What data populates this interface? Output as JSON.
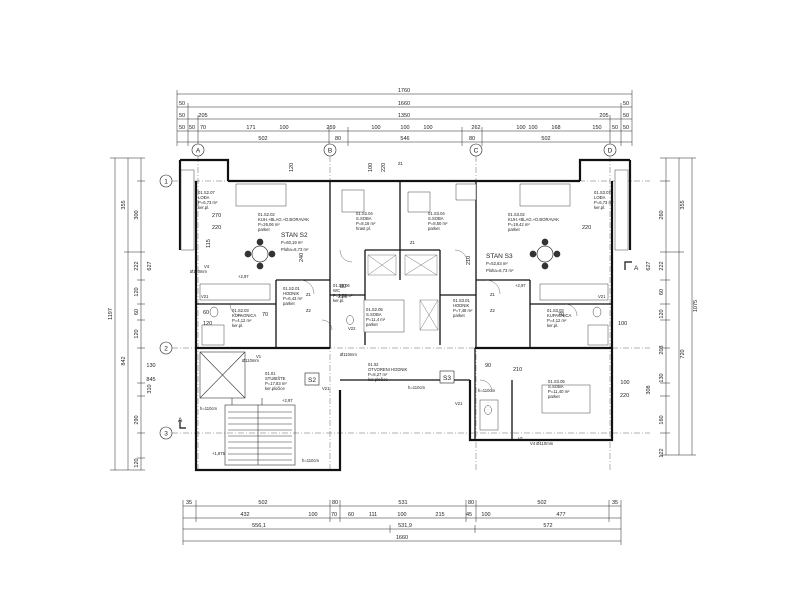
{
  "dims_top": {
    "row1": [
      "1760"
    ],
    "row2": [
      "50",
      "1660",
      "50"
    ],
    "row3": [
      "50",
      "205",
      "1350",
      "205",
      "50"
    ],
    "row4": [
      "50",
      "50",
      "70",
      "171",
      "100",
      "259",
      "100",
      "100",
      "100",
      "262",
      "100",
      "100",
      "168",
      "150",
      "50",
      "50"
    ],
    "row5": [
      "502",
      "80",
      "546",
      "80",
      "502"
    ]
  },
  "dims_bottom": {
    "row1": [
      "35",
      "502",
      "80",
      "531",
      "80",
      "502",
      "35"
    ],
    "row2": [
      "432",
      "100",
      "70",
      "60",
      "111",
      "100",
      "215",
      "45",
      "100",
      "477"
    ],
    "row3": [
      "556,1",
      "531,9",
      "572"
    ],
    "row4": [
      "1660"
    ]
  },
  "dims_left": {
    "outer": [
      "1197"
    ],
    "mid": [
      "355",
      "842"
    ],
    "inner": [
      "300",
      "627",
      "222",
      "120",
      "60",
      "120",
      "310",
      "130",
      "845",
      "290",
      "120"
    ]
  },
  "dims_right": {
    "outer": [
      "1075"
    ],
    "mid": [
      "355",
      "720"
    ],
    "inner": [
      "260",
      "627",
      "222",
      "60",
      "120",
      "203",
      "308",
      "130",
      "100",
      "160",
      "122"
    ]
  },
  "axes": [
    "A",
    "B",
    "C",
    "D",
    "1",
    "2",
    "3"
  ],
  "section_marks": [
    "A",
    "A"
  ],
  "apartments": [
    {
      "name": "STAN S2",
      "area": "P=60,19 m²",
      "loggia": "Ploha=6,73 m²"
    },
    {
      "name": "STAN S3",
      "area": "P=52,63 m²",
      "loggia": "Ploha=6,73 m²"
    }
  ],
  "stair_tags": [
    "S2",
    "S3"
  ],
  "rooms": [
    {
      "code": "01.S2.07",
      "name": "LOĐA",
      "area": "P=6,73 m²",
      "floor": "ker.pl."
    },
    {
      "code": "01.S2.02",
      "name": "KUH.+BLAG.+D.BORAVAK",
      "area": "P=26,06 m²",
      "floor": "parket"
    },
    {
      "code": "01.S2.04",
      "name": "S.SOBA",
      "area": "P=8,16 m²",
      "floor": "hrast pl."
    },
    {
      "code": "01.S3.04",
      "name": "S.SOBA",
      "area": "P=8,50 m²",
      "floor": "parket"
    },
    {
      "code": "01.S3.02",
      "name": "KUH.+BLAG.+D.BORAVAK",
      "area": "P=19,42 m²",
      "floor": "parket"
    },
    {
      "code": "01.S3.07",
      "name": "LOĐA",
      "area": "P=6,73 m²",
      "floor": "ker.pl."
    },
    {
      "code": "01.S2.01",
      "name": "HODNIK",
      "area": "P=6,43 m²",
      "floor": "parket"
    },
    {
      "code": "01.S2.06",
      "name": "WC",
      "area": "P=1,31 m²",
      "floor": "ker.pl."
    },
    {
      "code": "01.S2.05",
      "name": "S.SOBA",
      "area": "P=11,4 m²",
      "floor": "parket"
    },
    {
      "code": "01.S3.01",
      "name": "HODNIK",
      "area": "P=7,48 m²",
      "floor": "parket"
    },
    {
      "code": "01.S2.03",
      "name": "KUPAONICA",
      "area": "P=4,12 m²",
      "floor": "ker.pl."
    },
    {
      "code": "01.S3.03",
      "name": "KUPAONICA",
      "area": "P=4,12 m²",
      "floor": "ker.pl."
    },
    {
      "code": "01.01",
      "name": "STUBIŠTE",
      "area": "P=17,83 m²",
      "floor": "ker.pločice"
    },
    {
      "code": "01.02",
      "name": "OTVORENI HODNIK",
      "area": "P=8,27 m²",
      "floor": "ker.pločice"
    },
    {
      "code": "01.S3.05",
      "name": "S.SOBA",
      "area": "P=11,40 m²",
      "floor": "parket"
    }
  ],
  "misc_labels": {
    "levels": [
      "+2,97",
      "+2,97",
      "+2,97",
      "+1,875"
    ],
    "pipe_labels": [
      "Ø110mm",
      "Ø110mm",
      "Ø110mm",
      "V4 Ø110mm",
      "h=110cm",
      "h=110cm",
      "h=110cm",
      "h=110cm"
    ],
    "openings": [
      "270",
      "220",
      "115",
      "220",
      "70",
      "60",
      "120",
      "100",
      "210",
      "240",
      "210",
      "80",
      "120",
      "220",
      "100",
      "220",
      "210",
      "90",
      "70"
    ],
    "z_marks": [
      "Z1",
      "Z1",
      "Z1",
      "Z1",
      "Z2",
      "Z2"
    ],
    "v_marks": [
      "V4",
      "V1",
      "V21",
      "V21",
      "V21",
      "V21",
      "V22",
      "V1"
    ]
  },
  "colors": {
    "line": "#222222",
    "wall": "#111111",
    "red": "#cc2222",
    "hatch": "#555555"
  }
}
